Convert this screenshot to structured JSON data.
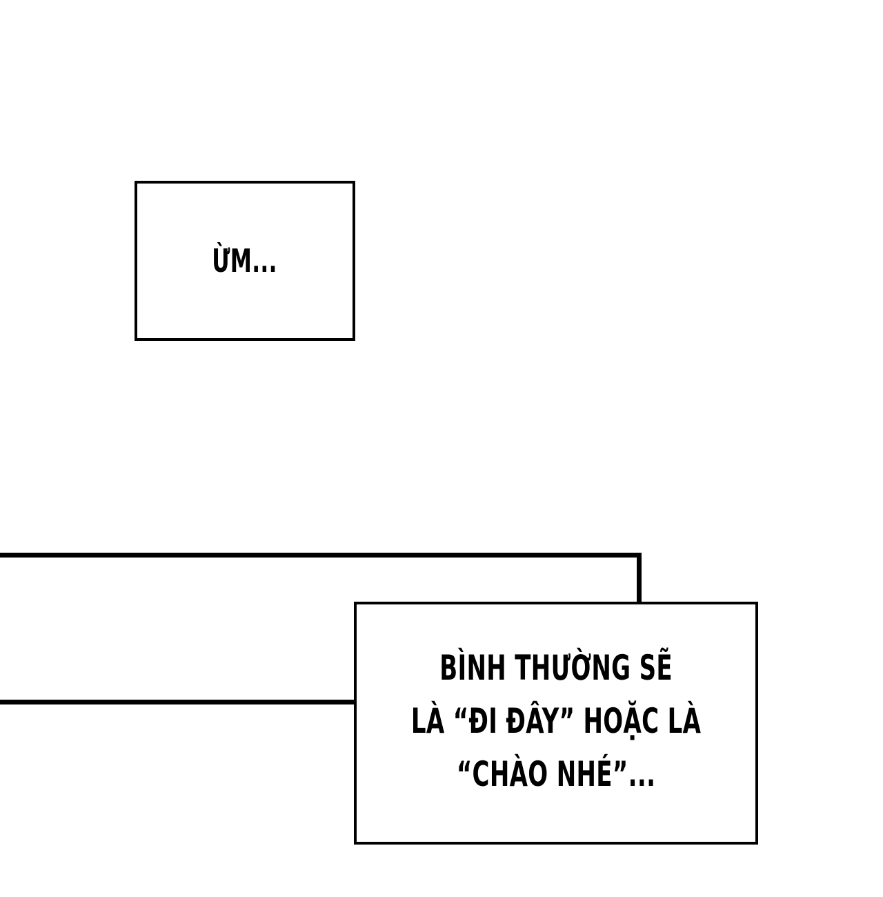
{
  "panel": {
    "caption_1": {
      "text": "ừm..."
    },
    "caption_2": {
      "lines": [
        "bình thường sẽ",
        "là “đi đây” hoặc là",
        "“chào nhé”..."
      ]
    }
  }
}
